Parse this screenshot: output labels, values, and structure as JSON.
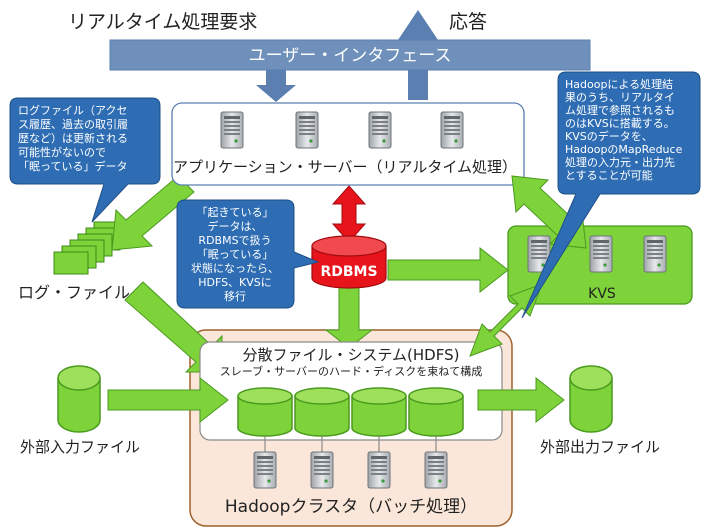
{
  "top": {
    "realtime_request": "リアルタイム処理要求",
    "response": "応答",
    "user_interface": "ユーザー・インタフェース"
  },
  "app_server": {
    "label": "アプリケーション・サーバー（リアルタイム処理）"
  },
  "rdbms": {
    "label": "RDBMS"
  },
  "kvs": {
    "label": "KVS"
  },
  "log_file": {
    "label": "ログ・ファイル"
  },
  "hdfs": {
    "title": "分散ファイル・システム(HDFS)",
    "subtitle": "スレーブ・サーバーのハード・ディスクを束ねて構成"
  },
  "hadoop_cluster": {
    "label": "Hadoopクラスタ（バッチ処理）"
  },
  "external": {
    "input": "外部入力ファイル",
    "output": "外部出力ファイル"
  },
  "callouts": {
    "log": [
      "ログファイル（アクセ",
      "ス履歴、過去の取引履",
      "歴など）は更新される",
      "可能性がないので",
      "「眠っている」データ"
    ],
    "rdbms": [
      "「起きている」",
      "データは、",
      "RDBMSで扱う",
      "「眠っている」",
      "状態になったら、",
      "HDFS、KVSに",
      "移行"
    ],
    "kvs": [
      "Hadoopによる処理結",
      "果のうち、リアルタイ",
      "ム処理で参照されるも",
      "のはKVSに搭載する。",
      "KVSのデータを、",
      "HadoopのMapReduce",
      "処理の入力元・出力先",
      "とすることが可能"
    ]
  },
  "colors": {
    "green_fill": "#7ed23a",
    "green_stroke": "#4a9a1f",
    "blue_arrow": "#5a7fb0",
    "blue_callout": "#2e6db4",
    "red": "#e8141b",
    "hdfs_fill": "#fbe7da",
    "hdfs_stroke": "#a0622d"
  }
}
